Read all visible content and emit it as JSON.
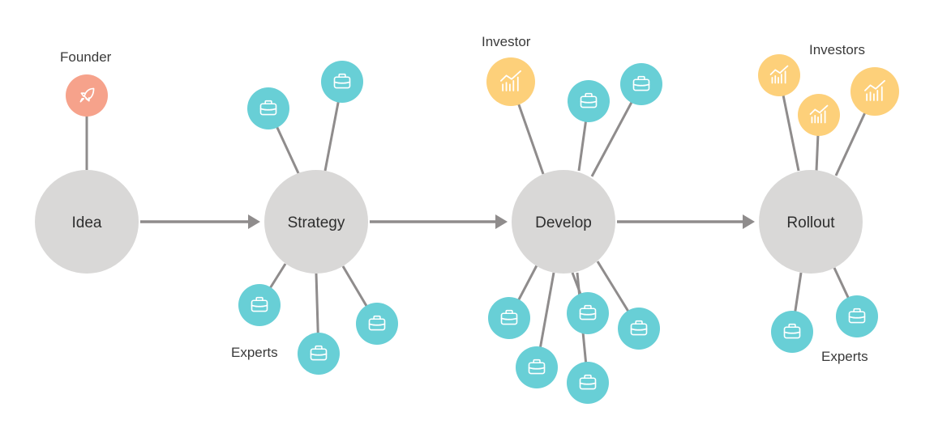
{
  "colors": {
    "stage": "#d9d8d7",
    "connector": "#8f8c8c",
    "founder": "#f6a28b",
    "expert": "#68cfd6",
    "investor": "#fdd07a",
    "icon": "#ffffff",
    "text": "#2e2e2e"
  },
  "stages": [
    {
      "id": "idea",
      "label": "Idea"
    },
    {
      "id": "strategy",
      "label": "Strategy"
    },
    {
      "id": "develop",
      "label": "Develop"
    },
    {
      "id": "rollout",
      "label": "Rollout"
    }
  ],
  "flow": [
    {
      "from": "idea",
      "to": "strategy"
    },
    {
      "from": "strategy",
      "to": "develop"
    },
    {
      "from": "develop",
      "to": "rollout"
    }
  ],
  "labels": {
    "founder": "Founder",
    "strategy_experts": "Experts",
    "develop_investor": "Investor",
    "rollout_investors": "Investors",
    "rollout_experts": "Experts"
  },
  "satellites": [
    {
      "stage": "idea",
      "role": "founder",
      "icon": "rocket-icon"
    },
    {
      "stage": "strategy",
      "role": "expert",
      "icon": "briefcase-icon"
    },
    {
      "stage": "strategy",
      "role": "expert",
      "icon": "briefcase-icon"
    },
    {
      "stage": "strategy",
      "role": "expert",
      "icon": "briefcase-icon"
    },
    {
      "stage": "strategy",
      "role": "expert",
      "icon": "briefcase-icon"
    },
    {
      "stage": "strategy",
      "role": "expert",
      "icon": "briefcase-icon"
    },
    {
      "stage": "develop",
      "role": "investor",
      "icon": "growth-chart-icon"
    },
    {
      "stage": "develop",
      "role": "expert",
      "icon": "briefcase-icon"
    },
    {
      "stage": "develop",
      "role": "expert",
      "icon": "briefcase-icon"
    },
    {
      "stage": "develop",
      "role": "expert",
      "icon": "briefcase-icon"
    },
    {
      "stage": "develop",
      "role": "expert",
      "icon": "briefcase-icon"
    },
    {
      "stage": "develop",
      "role": "expert",
      "icon": "briefcase-icon"
    },
    {
      "stage": "develop",
      "role": "expert",
      "icon": "briefcase-icon"
    },
    {
      "stage": "develop",
      "role": "expert",
      "icon": "briefcase-icon"
    },
    {
      "stage": "rollout",
      "role": "investor",
      "icon": "growth-chart-icon"
    },
    {
      "stage": "rollout",
      "role": "investor",
      "icon": "growth-chart-icon"
    },
    {
      "stage": "rollout",
      "role": "investor",
      "icon": "growth-chart-icon"
    },
    {
      "stage": "rollout",
      "role": "expert",
      "icon": "briefcase-icon"
    },
    {
      "stage": "rollout",
      "role": "expert",
      "icon": "briefcase-icon"
    }
  ]
}
